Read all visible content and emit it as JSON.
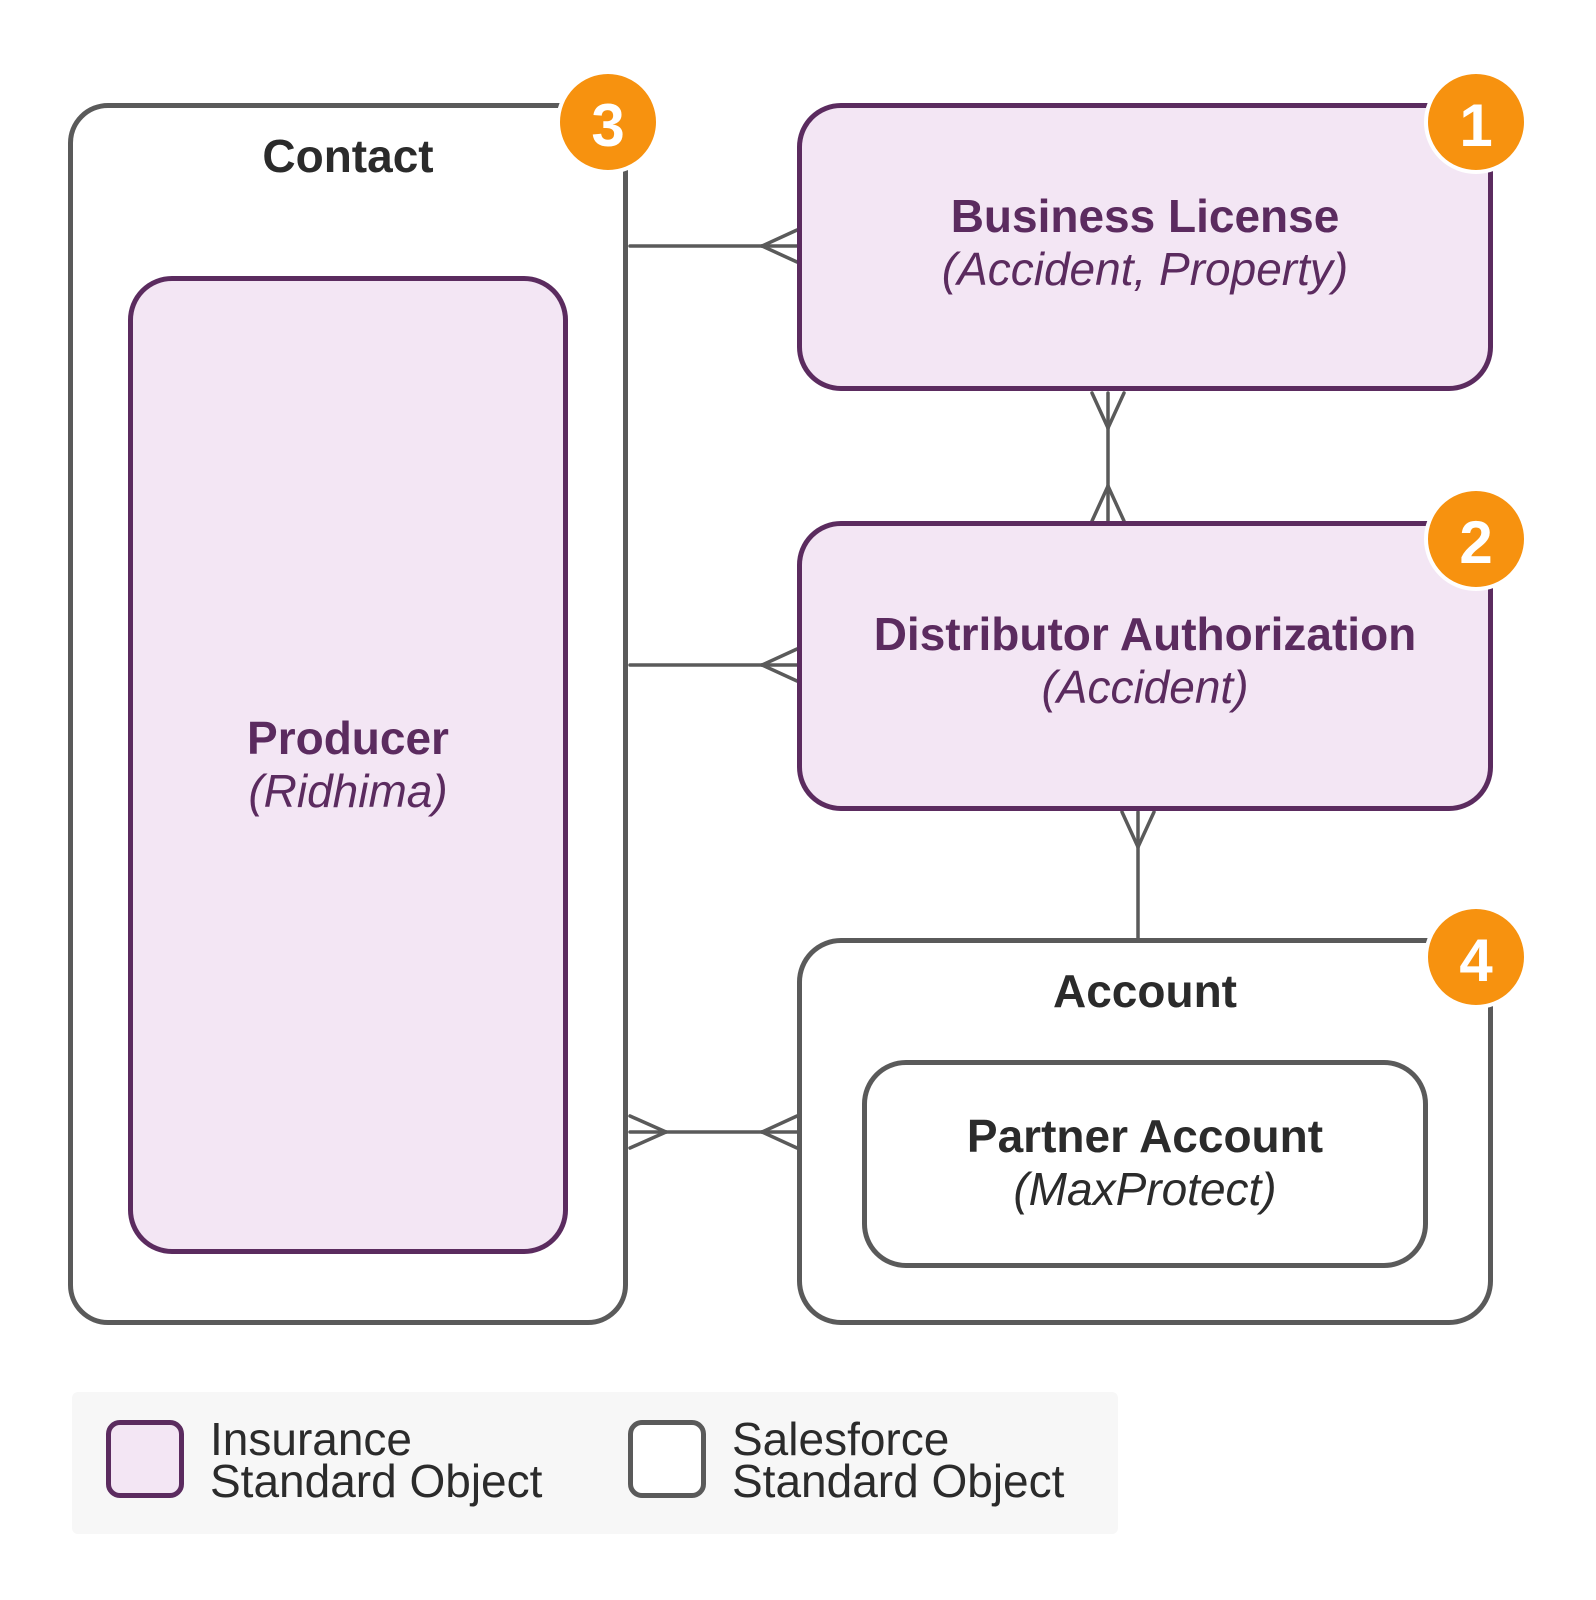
{
  "entities": {
    "contact": {
      "title": "Contact",
      "badge": "3",
      "producer": {
        "title": "Producer",
        "subtitle": "(Ridhima)"
      }
    },
    "business_license": {
      "title": "Business License",
      "subtitle": "(Accident, Property)",
      "badge": "1"
    },
    "distributor_authorization": {
      "title": "Distributor Authorization",
      "subtitle": "(Accident)",
      "badge": "2"
    },
    "account": {
      "title": "Account",
      "badge": "4",
      "partner_account": {
        "title": "Partner Account",
        "subtitle": "(MaxProtect)"
      }
    }
  },
  "legend": {
    "insurance_line1": "Insurance",
    "insurance_line2": "Standard Object",
    "salesforce_line1": "Salesforce",
    "salesforce_line2": "Standard Object"
  },
  "colors": {
    "insurance_fill": "#f3e6f4",
    "insurance_border": "#5b2b5f",
    "salesforce_border": "#5a5a5a",
    "badge": "#f7920f",
    "connector": "#5a5a5a"
  }
}
